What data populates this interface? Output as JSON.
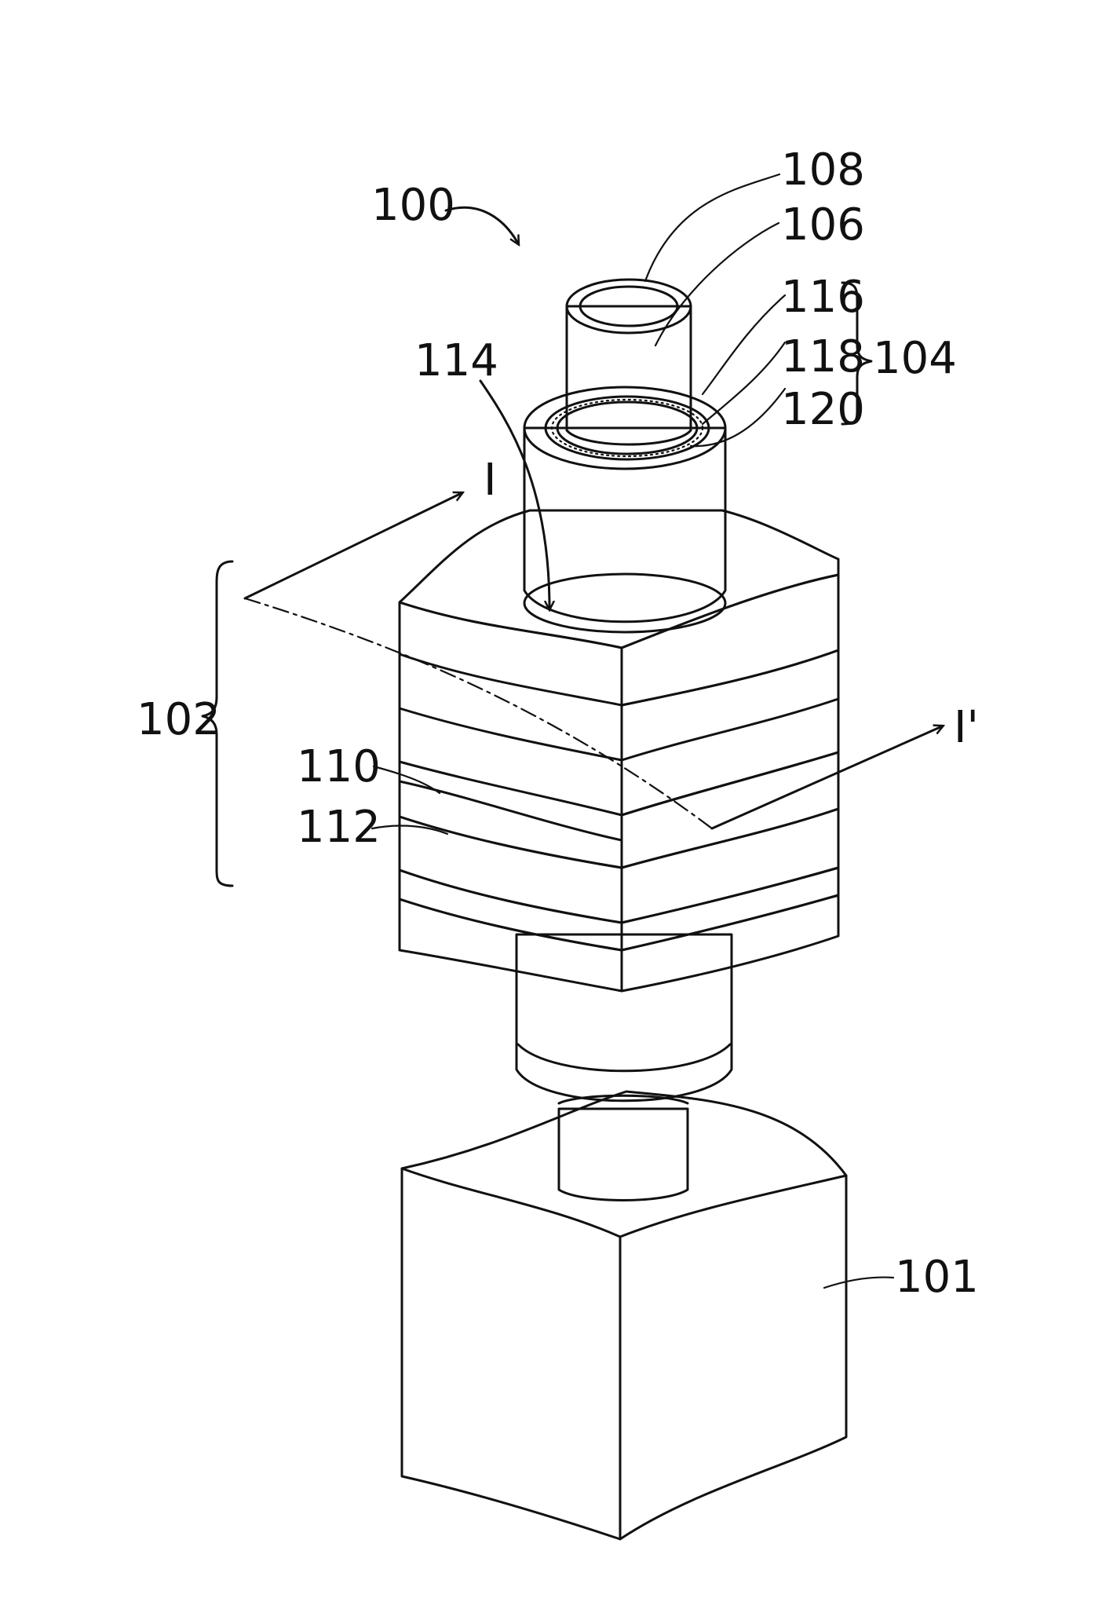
{
  "labels": {
    "device": "100",
    "top_core": "108",
    "channel": "106",
    "layer_116": "116",
    "layer_118": "118",
    "layer_120": "120",
    "group_104": "104",
    "hole": "114",
    "section_start": "I",
    "section_end": "I'",
    "stack": "102",
    "layer_110": "110",
    "layer_112": "112",
    "substrate": "101"
  },
  "colors": {
    "ink": "#111111",
    "background": "#ffffff"
  }
}
